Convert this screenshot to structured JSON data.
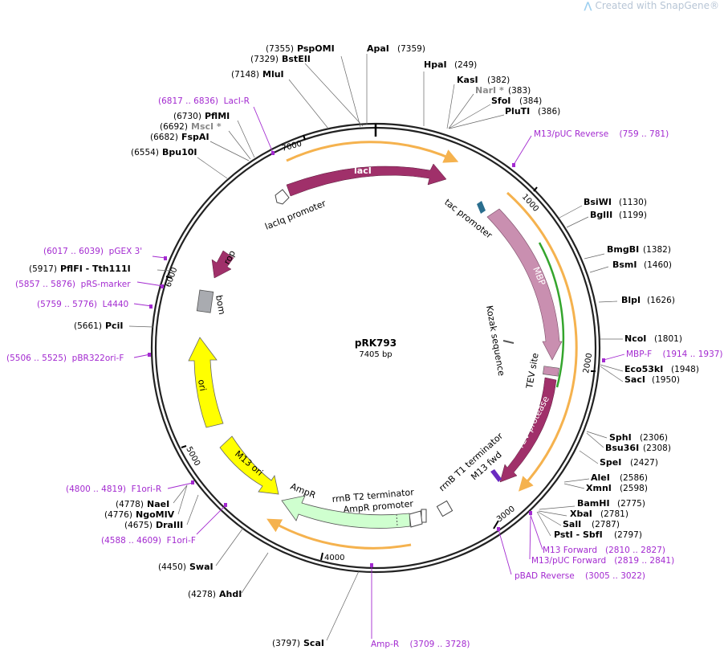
{
  "watermark": {
    "logo_text": "⋀",
    "text": "Created with SnapGene®"
  },
  "plasmid": {
    "name": "pRK793",
    "length_text": "7405 bp",
    "length": 7405
  },
  "ticks": [
    "1000",
    "2000",
    "3000",
    "4000",
    "5000",
    "6000",
    "7000"
  ],
  "sites": [
    {
      "name": "PspOMI",
      "pos": "(7355)",
      "bp": 7355
    },
    {
      "name": "ApaI",
      "pos": "(7359)",
      "bp": 7359
    },
    {
      "name": "BstEII",
      "pos": "(7329)",
      "bp": 7329
    },
    {
      "name": "HpaI",
      "pos": "(249)",
      "bp": 249
    },
    {
      "name": "MluI",
      "pos": "(7148)",
      "bp": 7148
    },
    {
      "name": "KasI",
      "pos": "(382)",
      "bp": 382
    },
    {
      "name": "NarI *",
      "pos": "(383)",
      "bp": 383,
      "gray": true
    },
    {
      "name": "SfoI",
      "pos": "(384)",
      "bp": 384
    },
    {
      "name": "PluTI",
      "pos": "(386)",
      "bp": 386
    },
    {
      "name": "PflMI",
      "pos": "(6730)",
      "bp": 6730
    },
    {
      "name": "MscI *",
      "pos": "(6692)",
      "bp": 6692,
      "gray": true
    },
    {
      "name": "FspAI",
      "pos": "(6682)",
      "bp": 6682
    },
    {
      "name": "Bpu10I",
      "pos": "(6554)",
      "bp": 6554
    },
    {
      "name": "BsiWI",
      "pos": "(1130)",
      "bp": 1130
    },
    {
      "name": "BglII",
      "pos": "(1199)",
      "bp": 1199
    },
    {
      "name": "BmgBI",
      "pos": "(1382)",
      "bp": 1382
    },
    {
      "name": "BsmI",
      "pos": "(1460)",
      "bp": 1460
    },
    {
      "name": "PflFI - Tth111I",
      "pos": "(5917)",
      "bp": 5917
    },
    {
      "name": "BlpI",
      "pos": "(1626)",
      "bp": 1626
    },
    {
      "name": "PciI",
      "pos": "(5661)",
      "bp": 5661
    },
    {
      "name": "NcoI",
      "pos": "(1801)",
      "bp": 1801
    },
    {
      "name": "Eco53kI",
      "pos": "(1948)",
      "bp": 1948
    },
    {
      "name": "SacI",
      "pos": "(1950)",
      "bp": 1950
    },
    {
      "name": "SphI",
      "pos": "(2306)",
      "bp": 2306
    },
    {
      "name": "Bsu36I",
      "pos": "(2308)",
      "bp": 2308
    },
    {
      "name": "SpeI",
      "pos": "(2427)",
      "bp": 2427
    },
    {
      "name": "AleI",
      "pos": "(2586)",
      "bp": 2586
    },
    {
      "name": "XmnI",
      "pos": "(2598)",
      "bp": 2598
    },
    {
      "name": "BamHI",
      "pos": "(2775)",
      "bp": 2775
    },
    {
      "name": "XbaI",
      "pos": "(2781)",
      "bp": 2781
    },
    {
      "name": "SalI",
      "pos": "(2787)",
      "bp": 2787
    },
    {
      "name": "PstI - SbfI",
      "pos": "(2797)",
      "bp": 2797
    },
    {
      "name": "NaeI",
      "pos": "(4778)",
      "bp": 4778
    },
    {
      "name": "NgoMIV",
      "pos": "(4776)",
      "bp": 4776
    },
    {
      "name": "DraIII",
      "pos": "(4675)",
      "bp": 4675
    },
    {
      "name": "SwaI",
      "pos": "(4450)",
      "bp": 4450
    },
    {
      "name": "AhdI",
      "pos": "(4278)",
      "bp": 4278
    },
    {
      "name": "ScaI",
      "pos": "(3797)",
      "bp": 3797
    }
  ],
  "primers": [
    {
      "text": "(6817 .. 6836)  LacI-R"
    },
    {
      "text": "M13/pUC Reverse    (759 .. 781)"
    },
    {
      "text": "(6017 .. 6039)  pGEX 3'"
    },
    {
      "text": "(5857 .. 5876)  pRS-marker"
    },
    {
      "text": "(5759 .. 5776)  L4440"
    },
    {
      "text": "(5506 .. 5525)  pBR322ori-F"
    },
    {
      "text": "MBP-F    (1914 .. 1937)"
    },
    {
      "text": "M13 Forward   (2810 .. 2827)"
    },
    {
      "text": "M13/pUC Forward   (2819 .. 2841)"
    },
    {
      "text": "pBAD Reverse    (3005 .. 3022)"
    },
    {
      "text": "(4800 .. 4819)  F1ori-R"
    },
    {
      "text": "(4588 .. 4609)  F1ori-F"
    },
    {
      "text": "Amp-R    (3709 .. 3728)"
    }
  ],
  "features": [
    {
      "name": "lacI"
    },
    {
      "name": "lacIq promoter"
    },
    {
      "name": "tac promoter"
    },
    {
      "name": "MBP"
    },
    {
      "name": "Kozak sequence"
    },
    {
      "name": "TEV site"
    },
    {
      "name": "TEV protease"
    },
    {
      "name": "rrnB T1 terminator"
    },
    {
      "name": "M13 fwd"
    },
    {
      "name": "rrnB T2 terminator"
    },
    {
      "name": "AmpR promoter"
    },
    {
      "name": "AmpR"
    },
    {
      "name": "M13 ori"
    },
    {
      "name": "ori"
    },
    {
      "name": "bom"
    },
    {
      "name": "rop"
    }
  ],
  "colors": {
    "lacI": "#a0306a",
    "mbp": "#c98fb0",
    "tev": "#a0306a",
    "ori": "#ffff00",
    "ampr": "#cfffcf",
    "bom": "#a9abb0",
    "orange": "#f5b24e",
    "primer": "#a32ad0",
    "green": "#34a52d"
  }
}
